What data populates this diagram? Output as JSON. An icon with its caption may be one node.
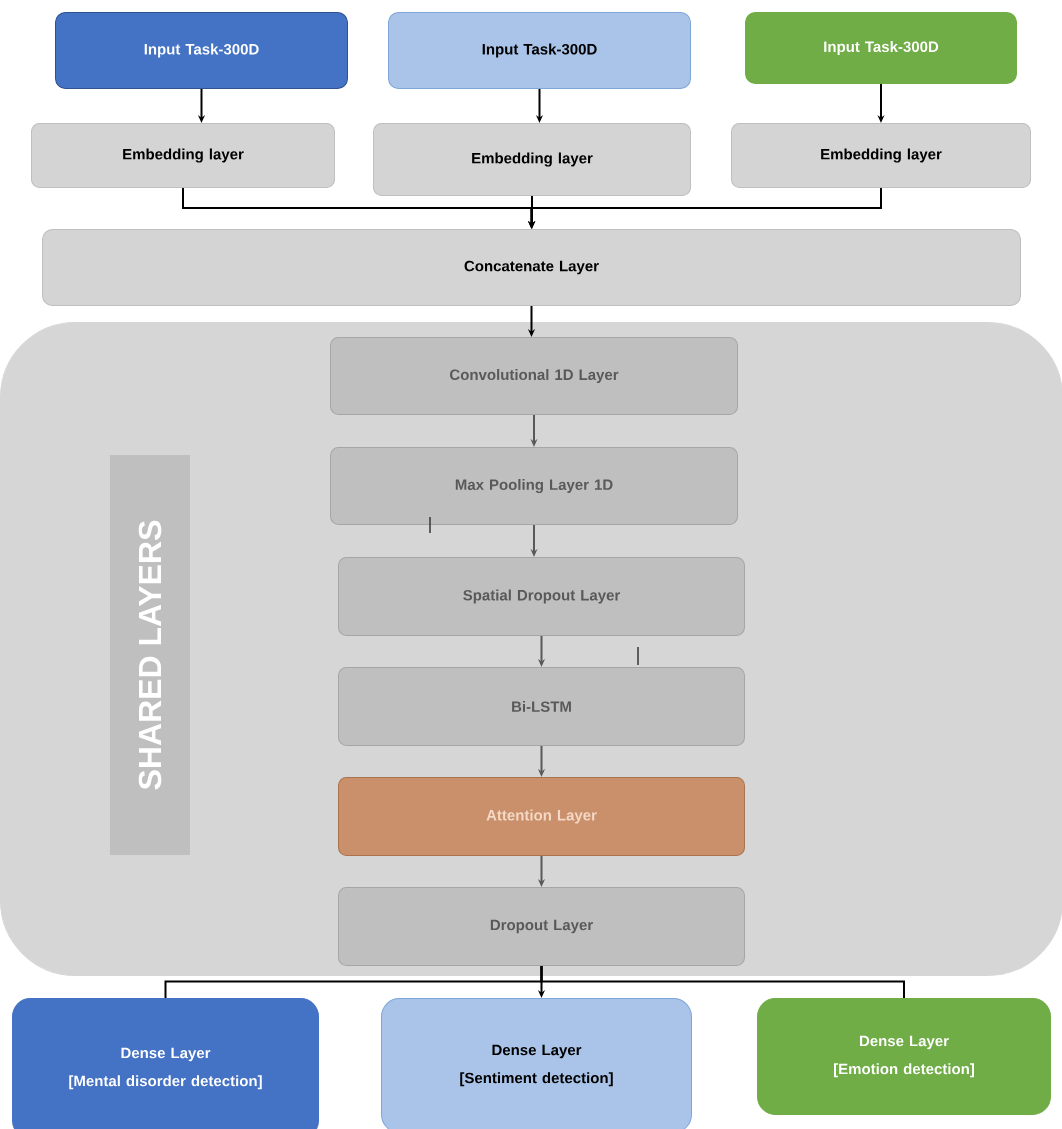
{
  "diagram": {
    "nodes": [
      {
        "text": [
          "Input Task-300D"
        ]
      },
      {
        "text": [
          "Input Task-300D"
        ]
      },
      {
        "text": [
          "Input Task-300D"
        ]
      },
      {
        "text": [
          "Embedding layer"
        ]
      },
      {
        "text": [
          "Embedding layer"
        ]
      },
      {
        "text": [
          "Embedding layer"
        ]
      },
      {
        "text": [
          "Concatenate Layer"
        ]
      },
      {
        "text": [],
        "shape": "box"
      },
      {
        "text": [
          "SHARED LAYERS"
        ],
        "in": 7
      },
      {
        "text": [
          "Convolutional 1D Layer"
        ],
        "in": 7
      },
      {
        "text": [
          "Max Pooling Layer 1D"
        ],
        "in": 7
      },
      {
        "text": [
          "Spatial Dropout Layer"
        ],
        "in": 7
      },
      {
        "text": [
          "Bi-LSTM"
        ],
        "in": 7
      },
      {
        "text": [
          "Attention Layer"
        ],
        "in": 7
      },
      {
        "text": [
          "Dropout Layer"
        ],
        "in": 7
      },
      {
        "text": [
          "Dense Layer",
          "[Mental disorder detection]"
        ]
      },
      {
        "text": [
          "Dense Layer",
          "[Sentiment detection]"
        ]
      },
      {
        "text": [
          "Dense Layer",
          "[Emotion detection]"
        ]
      }
    ],
    "edges": [
      {
        "from": 0,
        "to": 3,
        "arrow": "to"
      },
      {
        "from": 1,
        "to": 4,
        "arrow": "to"
      },
      {
        "from": 2,
        "to": 5,
        "arrow": "to"
      },
      {
        "from": 3,
        "to": 6,
        "arrow": "to"
      },
      {
        "from": 4,
        "to": 6,
        "arrow": "to"
      },
      {
        "from": 5,
        "to": 6,
        "arrow": "to"
      },
      {
        "from": 6,
        "to": 9,
        "arrow": "to"
      },
      {
        "from": 9,
        "to": 10,
        "arrow": "to",
        "color": "#595959"
      },
      {
        "from": 10,
        "to": 11,
        "arrow": "to",
        "color": "#595959"
      },
      {
        "from": 11,
        "to": 12,
        "arrow": "to",
        "color": "#595959"
      },
      {
        "from": 12,
        "to": 13,
        "arrow": "to",
        "color": "#595959"
      },
      {
        "from": 13,
        "to": 14,
        "arrow": "to",
        "color": "#595959"
      },
      {
        "from": 14,
        "to": 15,
        "arrow": "none"
      },
      {
        "from": 14,
        "to": 16,
        "arrow": "to"
      },
      {
        "from": 14,
        "to": 17,
        "arrow": "none"
      }
    ]
  }
}
